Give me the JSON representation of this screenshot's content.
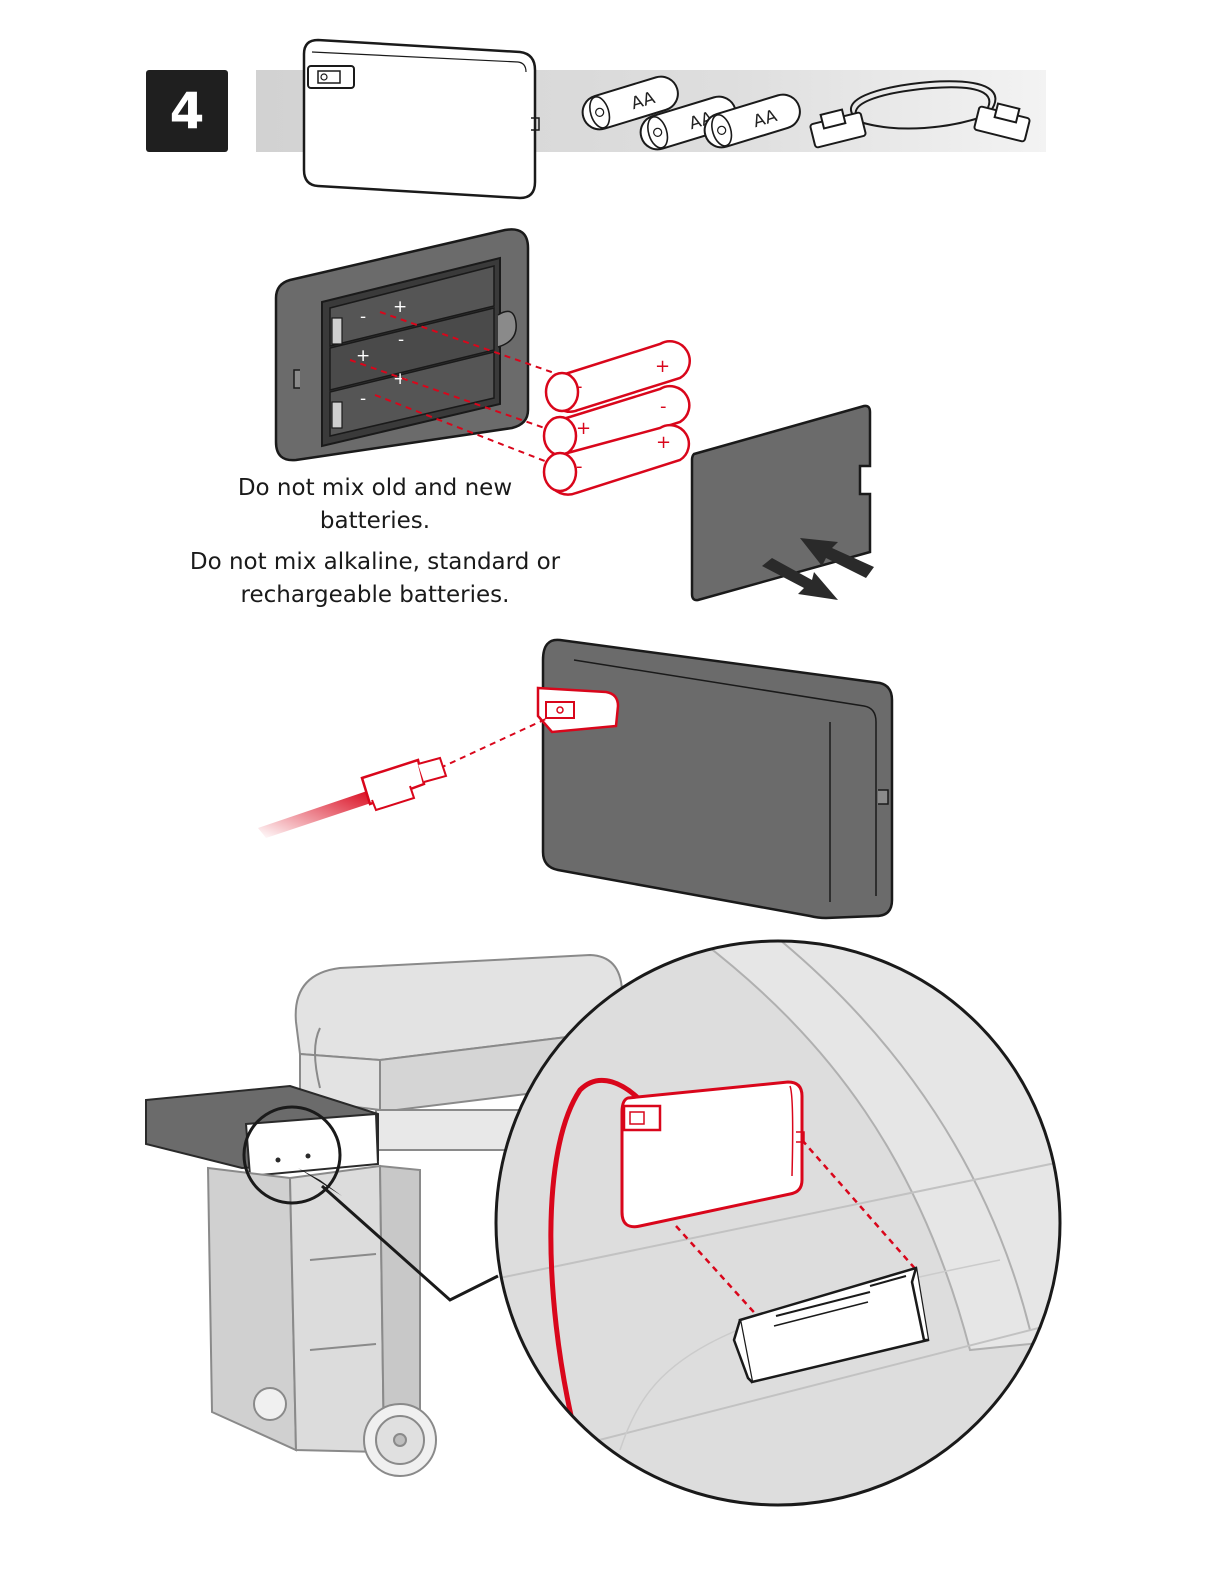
{
  "step": {
    "number": "4"
  },
  "battery_label": "AA",
  "battery_count": 3,
  "polarity": {
    "plus": "+",
    "minus": "-"
  },
  "warnings": [
    "Do not mix old and new batteries.",
    "Do not mix alkaline, standard or rechargeable batteries."
  ],
  "colors": {
    "accent_red": "#d9061b",
    "module_gray": "#6b6b6b",
    "band_gray": "#d6d6d6",
    "badge_black": "#1f1f1f",
    "grill_light_gray": "#d9d9d9"
  },
  "icons": [
    "battery-module-icon",
    "aa-battery-icon",
    "connector-cable-icon",
    "battery-door-icon",
    "grill-icon",
    "mounting-bracket-icon"
  ]
}
